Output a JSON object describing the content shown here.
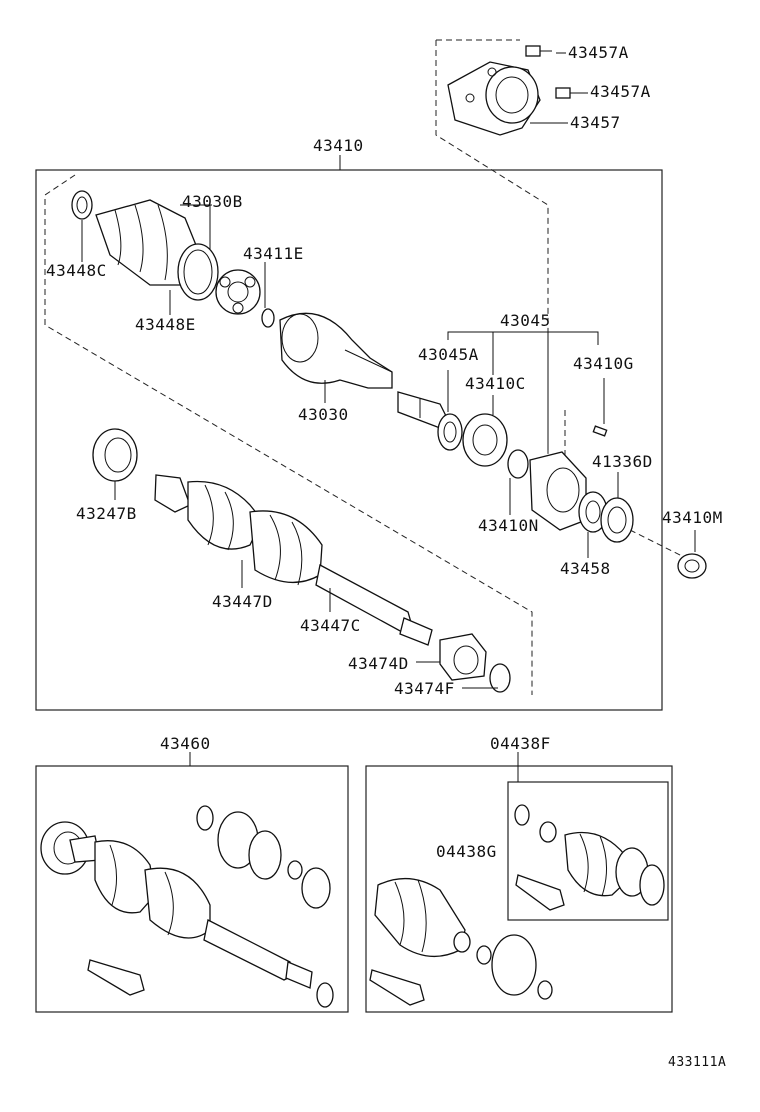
{
  "diagram": {
    "part_labels": {
      "p43457A_1": "43457A",
      "p43457A_2": "43457A",
      "p43457": "43457",
      "p43410": "43410",
      "p43030B": "43030B",
      "p43448C": "43448C",
      "p43411E": "43411E",
      "p43448E": "43448E",
      "p43045": "43045",
      "p43045A": "43045A",
      "p43410G": "43410G",
      "p43410C": "43410C",
      "p43030": "43030",
      "p41336D": "41336D",
      "p43247B": "43247B",
      "p43410N": "43410N",
      "p43410M": "43410M",
      "p43458": "43458",
      "p43447D": "43447D",
      "p43447C": "43447C",
      "p43474D": "43474D",
      "p43474F": "43474F",
      "p43460": "43460",
      "p04438F": "04438F",
      "p04438G": "04438G"
    },
    "figure_code": "433111A"
  }
}
